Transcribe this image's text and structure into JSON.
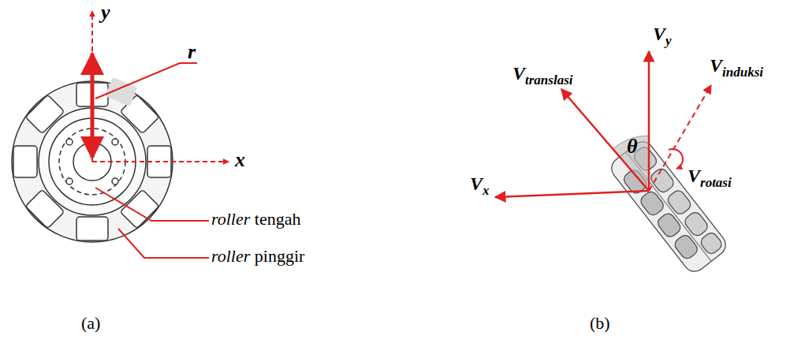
{
  "diagram": {
    "labels": [
      "y",
      "r",
      "x",
      "roller tengah",
      "roller pinggir",
      "(a)",
      "Vy",
      "Vtranslasi",
      "Vinduksi",
      "θ",
      "Vrotasi",
      "Vx",
      "(b)"
    ]
  }
}
